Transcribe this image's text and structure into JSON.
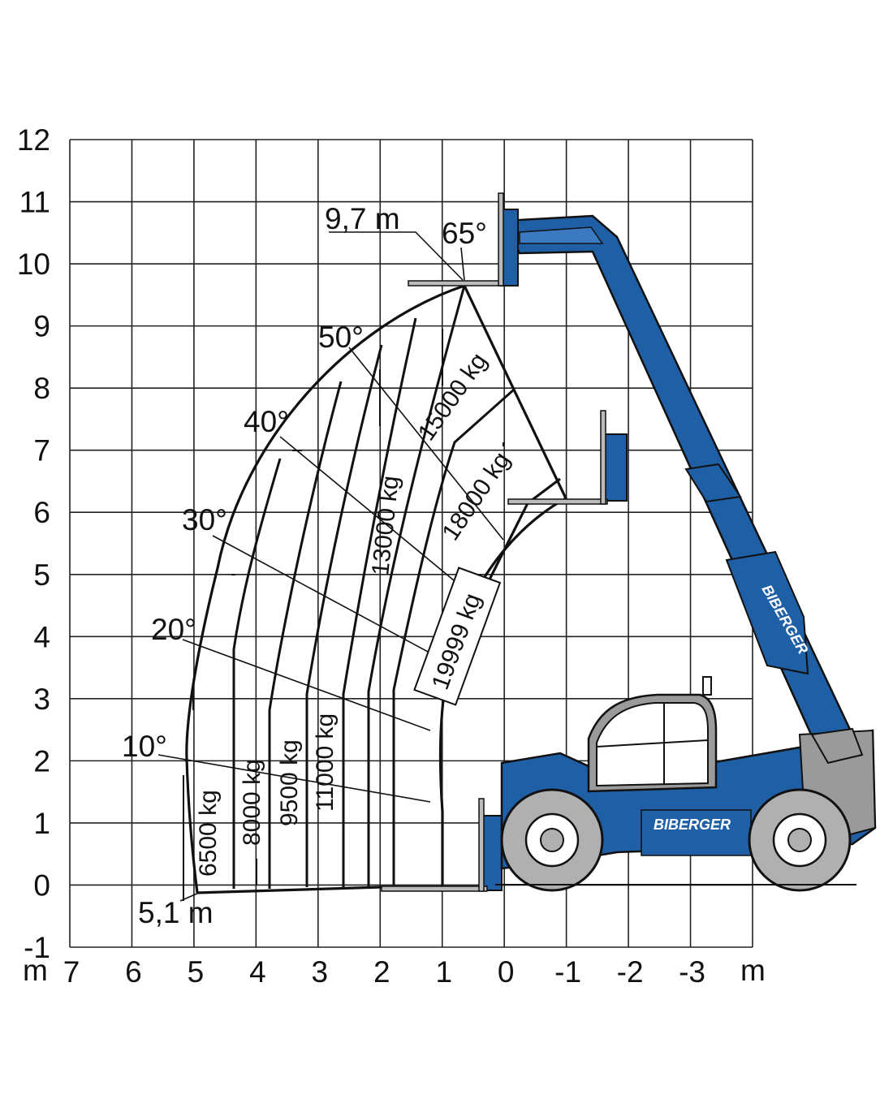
{
  "chart": {
    "y_ticks": [
      "12",
      "11",
      "10",
      "9",
      "8",
      "7",
      "6",
      "5",
      "4",
      "3",
      "2",
      "1",
      "0",
      "-1"
    ],
    "x_ticks": [
      "7",
      "6",
      "5",
      "4",
      "3",
      "2",
      "1",
      "0",
      "-1",
      "-2",
      "-3"
    ],
    "x_unit_left": "m",
    "x_unit_right": "m"
  },
  "callouts": {
    "max_height": "9,7 m",
    "max_reach": "5,1 m",
    "angle_65": "65°",
    "angle_50": "50°",
    "angle_40": "40°",
    "angle_30": "30°",
    "angle_20": "20°",
    "angle_10": "10°"
  },
  "load_zones": {
    "kg_6500": "6500 kg",
    "kg_8000": "8000 kg",
    "kg_9500": "9500 kg",
    "kg_11000": "11000 kg",
    "kg_13000": "13000 kg",
    "kg_15000": "15000 kg",
    "kg_18000": "18000 kg",
    "kg_19999": "19999 kg"
  },
  "machine": {
    "brand_boom": "BIBERGER",
    "brand_body": "BIBERGER",
    "color_body": "#1f5fa6",
    "color_wheel": "#b0b0b0"
  },
  "chart_data": {
    "type": "load-chart",
    "x_axis": {
      "ticks": [
        7,
        6,
        5,
        4,
        3,
        2,
        1,
        0,
        -1,
        -2,
        -3
      ],
      "unit": "m",
      "range": [
        7.5,
        -3.5
      ]
    },
    "y_axis": {
      "ticks": [
        12,
        11,
        10,
        9,
        8,
        7,
        6,
        5,
        4,
        3,
        2,
        1,
        0,
        -1
      ],
      "range": [
        -1,
        12
      ]
    },
    "grid": true,
    "max_lift_height_m": 9.7,
    "max_reach_m": 5.1,
    "boom_angles_deg": [
      10,
      20,
      30,
      40,
      50,
      65
    ],
    "load_zones_kg": [
      6500,
      8000,
      9500,
      11000,
      13000,
      15000,
      18000,
      19999
    ]
  }
}
